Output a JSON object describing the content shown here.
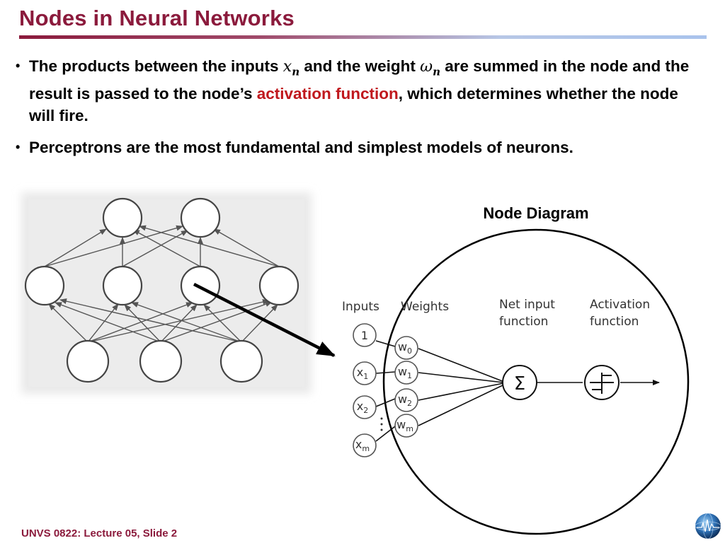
{
  "slide": {
    "title": "Nodes in Neural Networks",
    "footer": "UNVS 0822: Lecture 05, Slide 2"
  },
  "bullets": [
    {
      "part1": "The products between the inputs ",
      "input_var": "x",
      "input_sub": "n",
      "part2": " and the weight ",
      "weight_var": "ω",
      "weight_sub": "n",
      "part3": " are summed in the node and the result is passed to the node’s ",
      "highlight": "activation function",
      "part4": ", which determines whether the node will fire."
    },
    {
      "text": "Perceptrons are the most fundamental and simplest models of neurons."
    }
  ],
  "node_diagram": {
    "title": "Node Diagram",
    "inputs_header": "Inputs",
    "weights_header": "Weights",
    "net_input_line1": "Net input",
    "net_input_line2": "function",
    "activation_line1": "Activation",
    "activation_line2": "function",
    "sum_symbol": "Σ",
    "input_nodes": [
      {
        "main": "1",
        "sub": ""
      },
      {
        "main": "x",
        "sub": "1"
      },
      {
        "main": "x",
        "sub": "2"
      },
      {
        "main": "x",
        "sub": "m"
      }
    ],
    "weight_nodes": [
      {
        "main": "w",
        "sub": "0"
      },
      {
        "main": "w",
        "sub": "1"
      },
      {
        "main": "w",
        "sub": "2"
      },
      {
        "main": "w",
        "sub": "m"
      }
    ]
  },
  "colors": {
    "title": "#8b1a3c",
    "highlight": "#c0181d",
    "diagram_gray": "#555555"
  }
}
